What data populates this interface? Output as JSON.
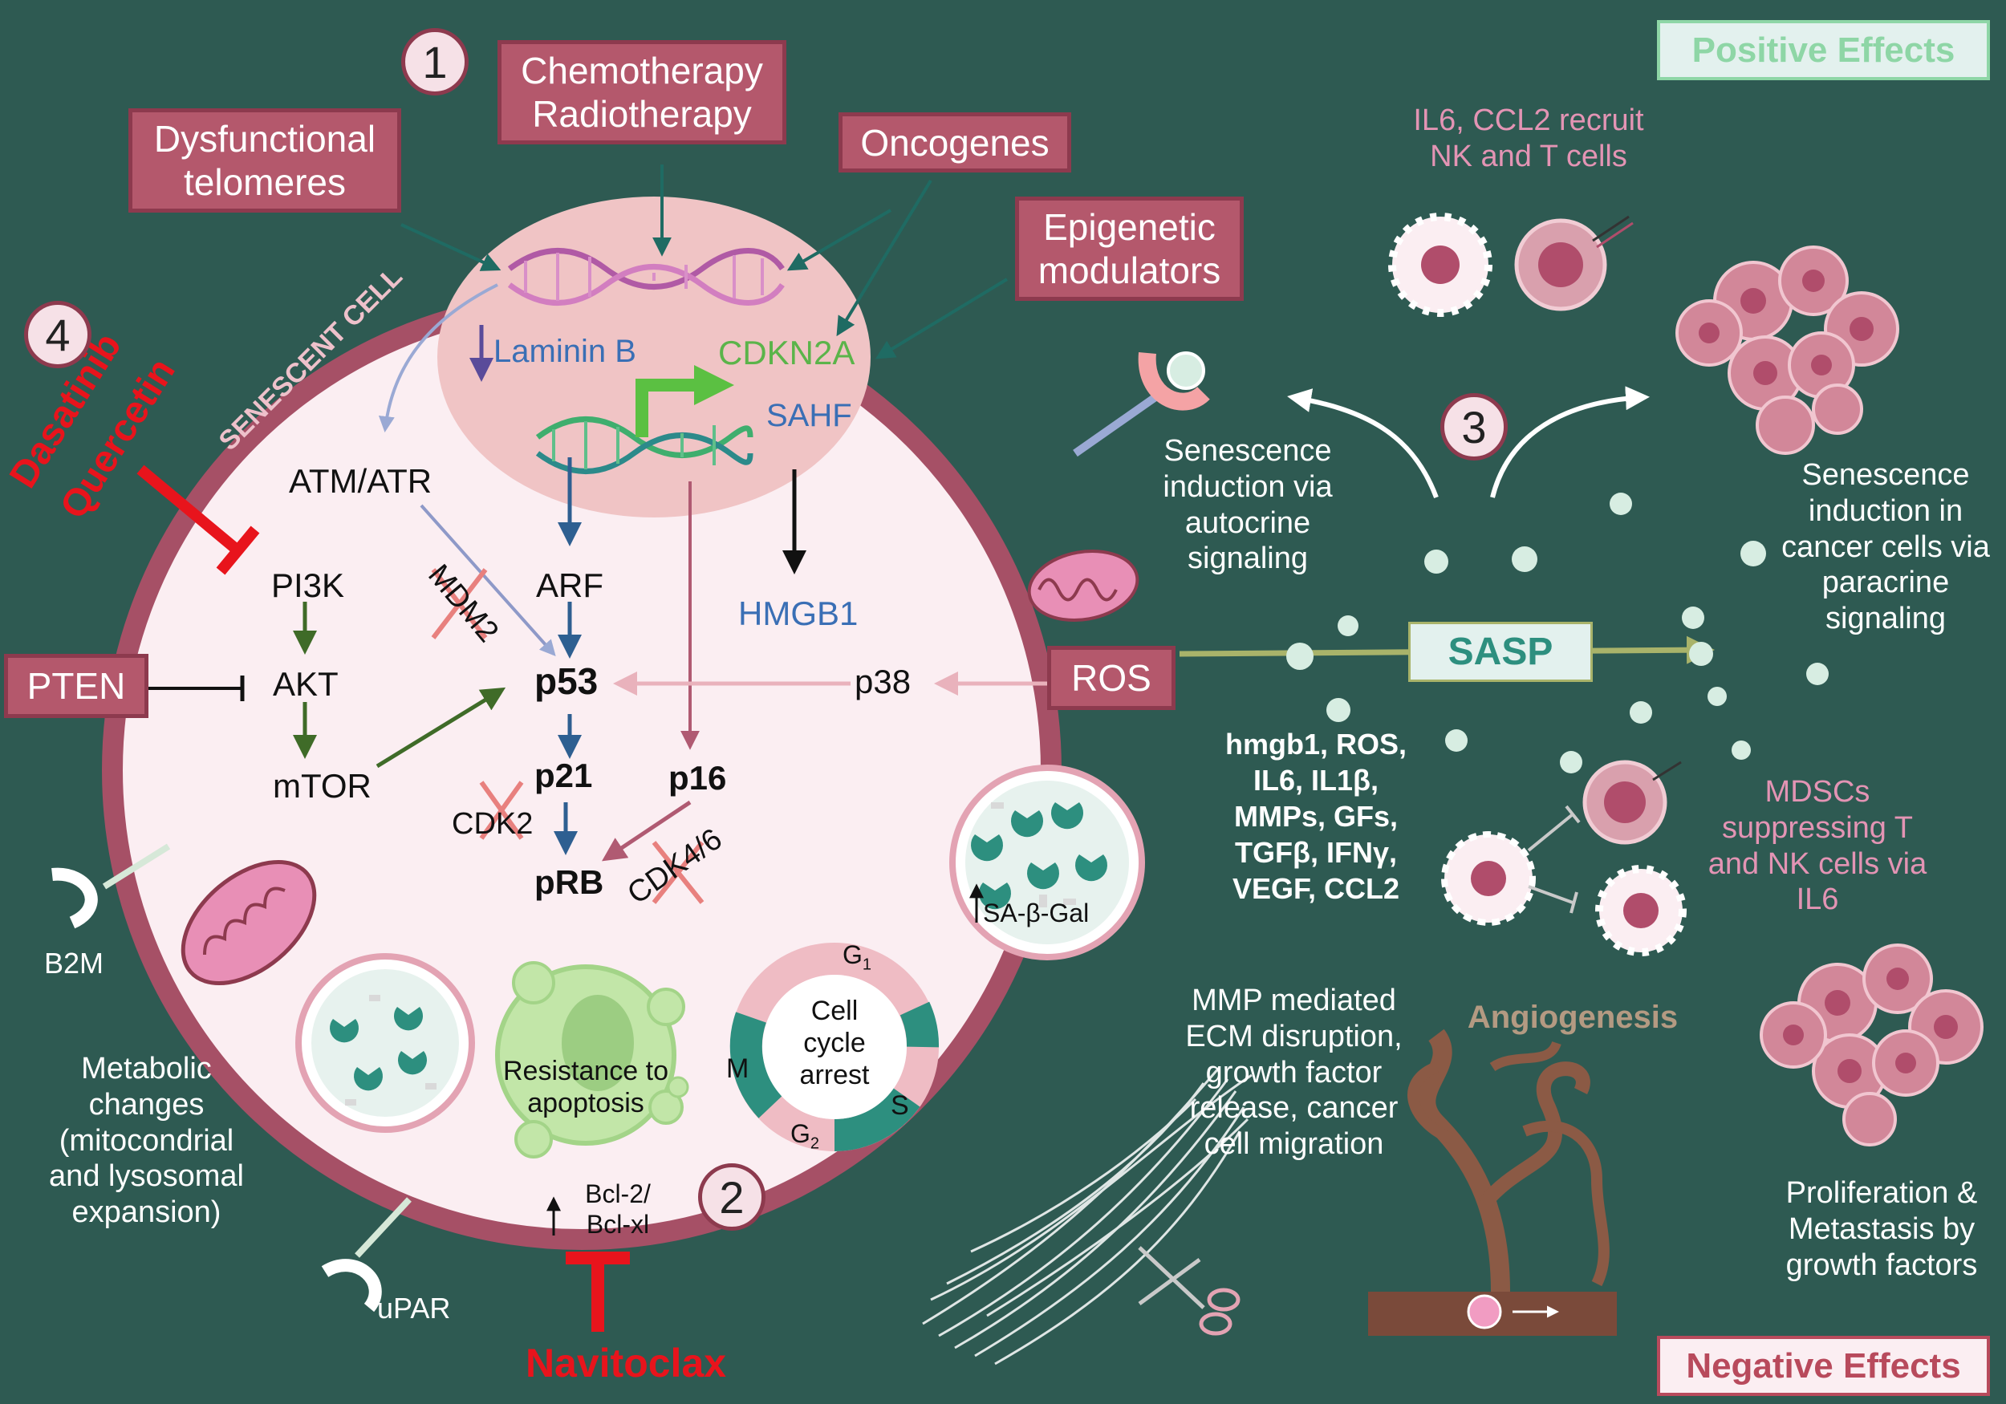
{
  "triggers": {
    "telomeres": "Dysfunctional telomeres",
    "chemo": "Chemotherapy Radiotherapy",
    "oncogenes": "Oncogenes",
    "epigenetic": "Epigenetic modulators"
  },
  "steps": {
    "one": "1",
    "two": "2",
    "three": "3",
    "four": "4"
  },
  "cell": {
    "title": "SENESCENT CELL",
    "laminin": "Laminin B",
    "cdkn2a": "CDKN2A",
    "sahf": "SAHF",
    "atm": "ATM/ATR",
    "arf": "ARF",
    "mdm2": "MDM2",
    "pi3k": "PI3K",
    "akt": "AKT",
    "mtor": "mTOR",
    "p53": "p53",
    "p21": "p21",
    "p16": "p16",
    "prb": "pRB",
    "cdk2": "CDK2",
    "cdk46": "CDK4/6",
    "p38": "p38",
    "hmgb1": "HMGB1",
    "sabgal": "SA-β-Gal",
    "apoptosis": "Resistance to apoptosis",
    "cycle": "Cell cycle arrest",
    "g1": "G",
    "g1_sub": "1",
    "g2": "G",
    "g2_sub": "2",
    "phase_m": "M",
    "phase_s": "S",
    "bcl": "Bcl-2/ Bcl-xl"
  },
  "external": {
    "pten": "PTEN",
    "ros": "ROS",
    "sasp": "SASP",
    "b2m": "B2M",
    "upar": "uPAR",
    "metabolic": "Metabolic changes (mitocondrial and lysosomal expansion)",
    "autocrine": "Senescence induction via autocrine signaling",
    "paracrine": "Senescence induction in cancer cells via paracrine signaling",
    "sasp_factors": "hmgb1, ROS, IL6, IL1β, MMPs, GFs, TGFβ, IFNγ, VEGF, CCL2",
    "il6_recruit": "IL6, CCL2 recruit NK and T cells",
    "mdsc": "MDSCs suppressing T and NK cells via IL6",
    "mmp": "MMP mediated ECM disruption, growth factor release, cancer cell migration",
    "angiogenesis": "Angiogenesis",
    "proliferation": "Proliferation & Metastasis by growth factors",
    "positive": "Positive Effects",
    "negative": "Negative Effects"
  },
  "drugs": {
    "dasatinib": "Dasatinib",
    "quercetin": "Quercetin",
    "navitoclax": "Navitoclax"
  },
  "colors": {
    "background": "#2e5a52",
    "cell_fill": "#fbeef2",
    "cell_border": "#a65066",
    "box_fill": "#b4586c",
    "drug_red": "#e8141c",
    "positive_green": "#8ed6a6",
    "negative_red": "#b84a5c",
    "sasp_teal": "#2d8f7f"
  }
}
